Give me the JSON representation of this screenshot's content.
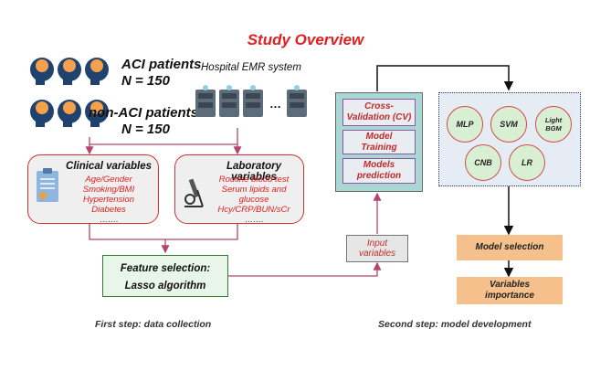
{
  "title": "Study Overview",
  "patients": {
    "aci_label": "ACI patients",
    "aci_n": "N = 150",
    "non_aci_label": "non-ACI patients",
    "non_aci_n": "N = 150"
  },
  "emr": {
    "label": "Hospital EMR system",
    "ellipsis": "…"
  },
  "clinical": {
    "title": "Clinical variables",
    "items": [
      "Age/Gender",
      "Smoking/BMI",
      "Hypertension",
      "Diabetes"
    ],
    "more": "……."
  },
  "laboratory": {
    "title": "Laboratory variables",
    "items": [
      "Routine blood test",
      "Serum lipids and",
      "glucose",
      "Hcy/CRP/BUN/sCr"
    ],
    "more": "……."
  },
  "feature_selection": {
    "line1": "Feature selection:",
    "line2": "Lasso algorithm"
  },
  "steps": {
    "first": "First step: data collection",
    "second": "Second step: model development"
  },
  "pipeline": {
    "cv": [
      "Cross-",
      "Validation (CV)"
    ],
    "training": [
      "Model",
      "Training"
    ],
    "prediction": [
      "Models",
      "prediction"
    ]
  },
  "input": [
    "Input",
    "variables"
  ],
  "models": {
    "mlp": "MLP",
    "svm": "SVM",
    "lgbm": [
      "Light",
      "BGM"
    ],
    "cnb": "CNB",
    "lr": "LR"
  },
  "outputs": {
    "selection": "Model selection",
    "importance": [
      "Variables",
      "importance"
    ]
  },
  "colors": {
    "title_red": "#e02020",
    "item_red": "#e02020",
    "brain_blue": "#20426e",
    "brain_orange": "#f5a04a",
    "teal": "#a9d7d3",
    "model_fill": "#d9efd3",
    "orange": "#f6c08c",
    "feature_green": "#2e7d32"
  }
}
